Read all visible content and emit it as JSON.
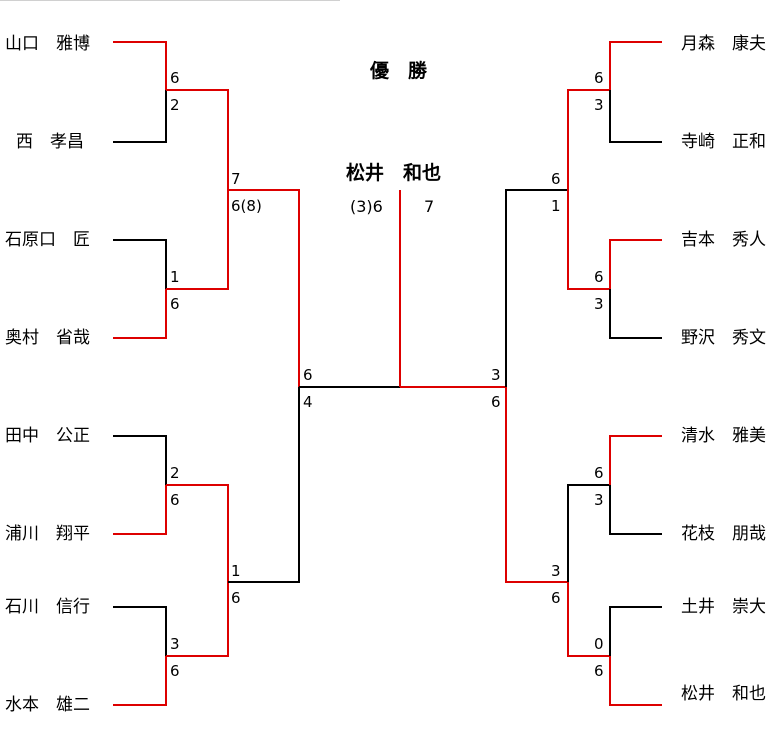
{
  "title": "優　勝",
  "champion": "松井　和也",
  "final": {
    "left_score": "(3)6",
    "right_score": "7",
    "left_semis_score": "6",
    "left_semis_opp": "4",
    "right_semis_score": "3",
    "right_semis_opp": "6"
  },
  "left_players": [
    "山口　雅博",
    "西　孝昌",
    "石原口　匠",
    "奥村　省哉",
    "田中　公正",
    "浦川　翔平",
    "石川　信行",
    "水本　雄二"
  ],
  "right_players": [
    "月森　康夫",
    "寺崎　正和",
    "吉本　秀人",
    "野沢　秀文",
    "清水　雅美",
    "花枝　朋哉",
    "土井　崇大",
    "松井　和也"
  ],
  "left_r1_scores": [
    [
      "6",
      "2"
    ],
    [
      "1",
      "6"
    ],
    [
      "2",
      "6"
    ],
    [
      "3",
      "6"
    ]
  ],
  "left_qf_scores": [
    [
      "7",
      "6(8)"
    ],
    [
      "1",
      "6"
    ]
  ],
  "right_r1_scores": [
    [
      "6",
      "3"
    ],
    [
      "6",
      "3"
    ],
    [
      "6",
      "3"
    ],
    [
      "0",
      "6"
    ]
  ],
  "right_qf_scores": [
    [
      "6",
      "1"
    ],
    [
      "3",
      "6"
    ]
  ],
  "colors": {
    "win": "#dd0000",
    "loss": "#000000"
  }
}
